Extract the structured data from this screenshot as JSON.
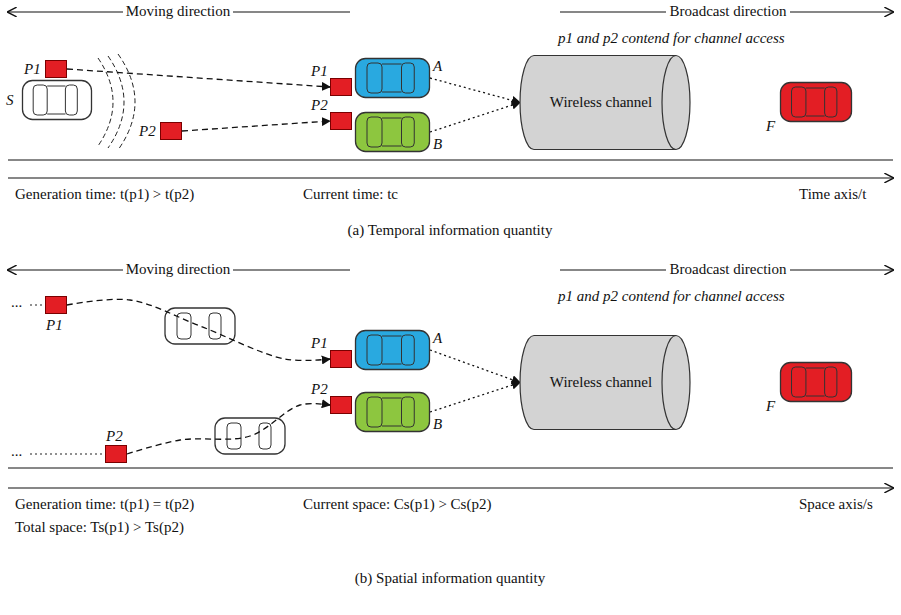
{
  "diagram": {
    "nodes": [
      {
        "text": [
          "S"
        ]
      },
      {
        "text": [
          "P1"
        ]
      },
      {
        "text": [
          "P2"
        ]
      },
      {
        "text": [
          "P1"
        ]
      },
      {
        "text": [
          "P2"
        ]
      },
      {
        "text": [
          "A"
        ]
      },
      {
        "text": [
          "B"
        ]
      },
      {
        "text": [
          "Wireless channel"
        ]
      },
      {
        "text": [
          "F"
        ]
      },
      {
        "text": [
          "P1"
        ]
      },
      {
        "text": [
          "P2"
        ]
      },
      {
        "text": [
          "P1"
        ]
      },
      {
        "text": [
          "P2"
        ]
      },
      {
        "text": [
          "A"
        ]
      },
      {
        "text": [
          "B"
        ]
      },
      {
        "text": [
          "Wireless channel"
        ]
      },
      {
        "text": [
          "F"
        ]
      }
    ],
    "edges": [
      {
        "from": 1,
        "to": 3,
        "arrow": "to"
      },
      {
        "from": 2,
        "to": 4,
        "arrow": "to"
      },
      {
        "from": 5,
        "to": 7,
        "arrow": "to"
      },
      {
        "from": 6,
        "to": 7,
        "arrow": "to"
      },
      {
        "from": 9,
        "to": 11,
        "arrow": "to"
      },
      {
        "from": 10,
        "to": 12,
        "arrow": "to"
      },
      {
        "from": 13,
        "to": 15,
        "arrow": "to"
      },
      {
        "from": 14,
        "to": 15,
        "arrow": "to"
      }
    ],
    "labels": [
      "Moving direction",
      "Broadcast direction",
      "p1 and p2 contend for channel access",
      "Generation time: t(p1) > t(p2)",
      "Current time: tc",
      "Time axis/t",
      "(a) Temporal information quantity",
      "Moving direction",
      "Broadcast direction",
      "p1 and p2 contend for channel access",
      "...",
      "...",
      "Generation time: t(p1) = t(p2)",
      "Current space: Cs(p1) > Cs(p2)",
      "Space axis/s",
      "Total space: Ts(p1) > Ts(p2)",
      "(b) Spatial information quantity"
    ]
  }
}
